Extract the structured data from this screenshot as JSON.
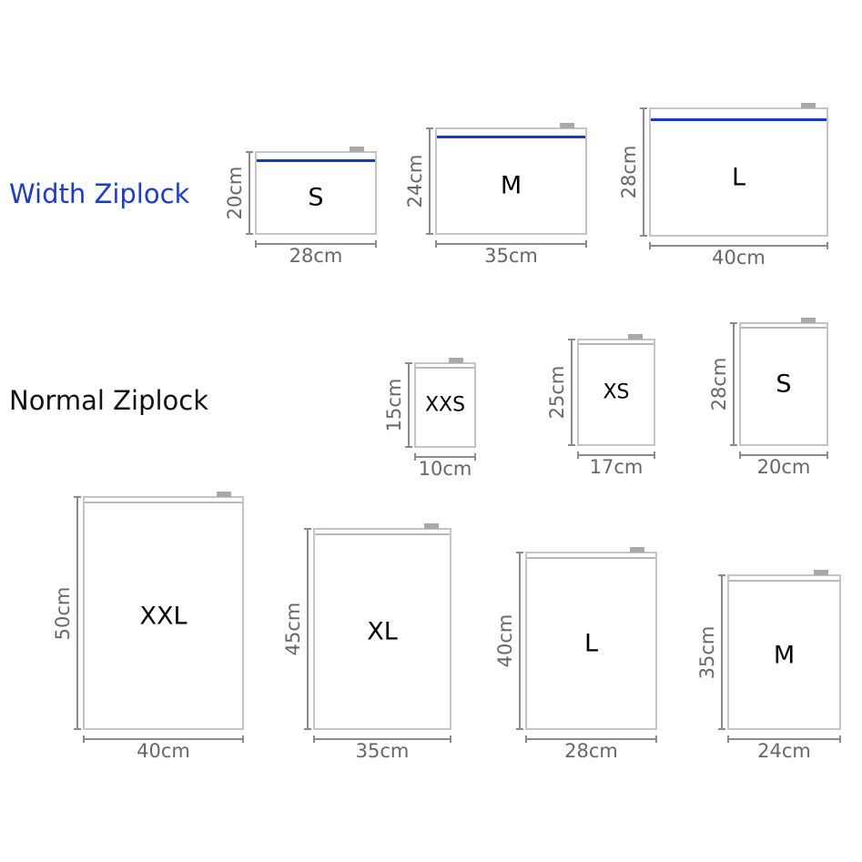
{
  "titles": {
    "width_ziplock": "Width Ziplock",
    "normal_ziplock": "Normal Ziplock"
  },
  "colors": {
    "width_title": "#1a3adb",
    "zipper_blue": "#1b37c9"
  },
  "width_bags": [
    {
      "size": "S",
      "height": "20cm",
      "width": "28cm"
    },
    {
      "size": "M",
      "height": "24cm",
      "width": "35cm"
    },
    {
      "size": "L",
      "height": "28cm",
      "width": "40cm"
    }
  ],
  "normal_bags": [
    {
      "size": "XXS",
      "height": "15cm",
      "width": "10cm"
    },
    {
      "size": "XS",
      "height": "25cm",
      "width": "17cm"
    },
    {
      "size": "S",
      "height": "28cm",
      "width": "20cm"
    },
    {
      "size": "XXL",
      "height": "50cm",
      "width": "40cm"
    },
    {
      "size": "XL",
      "height": "45cm",
      "width": "35cm"
    },
    {
      "size": "L",
      "height": "40cm",
      "width": "28cm"
    },
    {
      "size": "M",
      "height": "35cm",
      "width": "24cm"
    }
  ]
}
